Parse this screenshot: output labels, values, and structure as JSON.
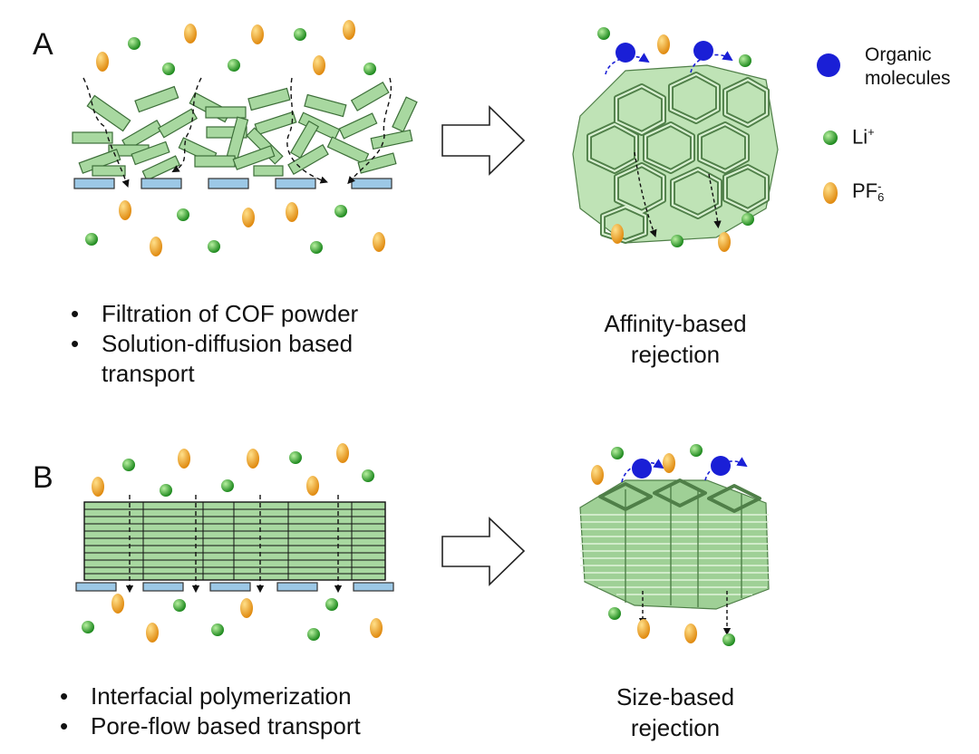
{
  "panels": {
    "a_label": "A",
    "b_label": "B"
  },
  "legend": {
    "organic": "Organic\nmolecules",
    "li": "Li",
    "li_sup": "+",
    "pf": "PF",
    "pf_sub": "6",
    "pf_sup": "-"
  },
  "panel_a": {
    "bullets": [
      "Filtration of COF powder",
      "Solution-diffusion based",
      "transport"
    ],
    "caption": "Affinity-based\nrejection"
  },
  "panel_b": {
    "bullets": [
      "Interfacial polymerization",
      "Pore-flow based transport"
    ],
    "caption": "Size-based\nrejection"
  },
  "colors": {
    "green_ion": "#2fa02f",
    "orange_ion": "#f0a020",
    "organic": "#1a1fd6",
    "cof": "#a8d8a0",
    "support": "#9cc8e6"
  }
}
